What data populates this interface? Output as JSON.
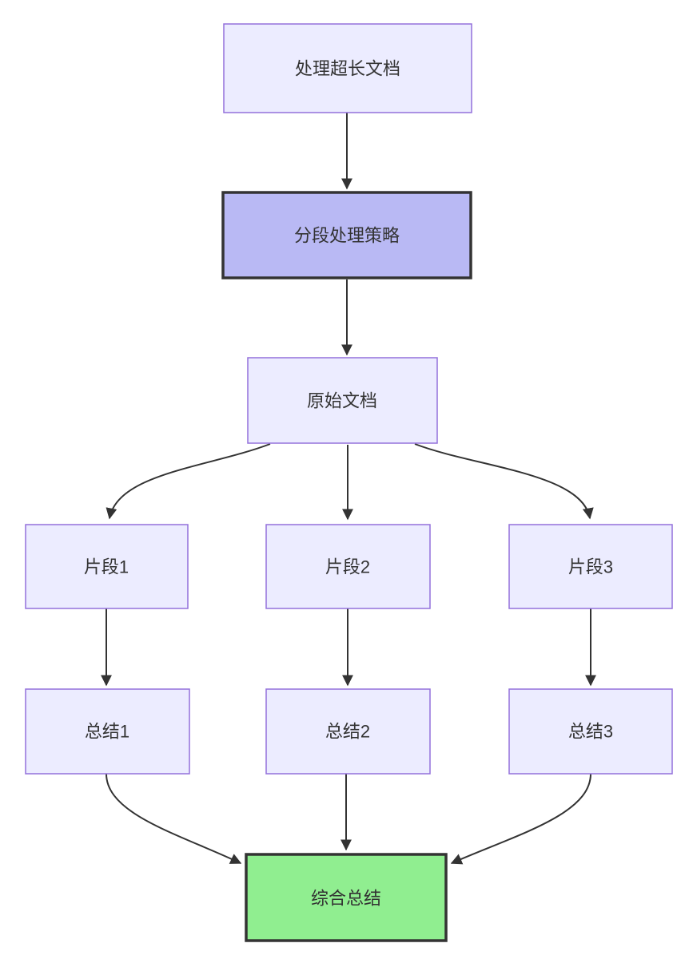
{
  "diagram": {
    "type": "flowchart",
    "direction": "top-down",
    "colors": {
      "background": "#ffffff",
      "node_fill": "#ECECFF",
      "node_border": "#9370DB",
      "highlight_fill": "#b9b9f4",
      "highlight_border": "#333333",
      "result_fill": "#90EE90",
      "result_border": "#333333",
      "arrow": "#333333",
      "text": "#333333"
    },
    "nodes": [
      {
        "id": "A",
        "label": "处理超长文档",
        "style": "default"
      },
      {
        "id": "B",
        "label": "分段处理策略",
        "style": "highlight-purple"
      },
      {
        "id": "C",
        "label": "原始文档",
        "style": "default"
      },
      {
        "id": "S1",
        "label": "片段1",
        "style": "default"
      },
      {
        "id": "S2",
        "label": "片段2",
        "style": "default"
      },
      {
        "id": "S3",
        "label": "片段3",
        "style": "default"
      },
      {
        "id": "Z1",
        "label": "总结1",
        "style": "default"
      },
      {
        "id": "Z2",
        "label": "总结2",
        "style": "default"
      },
      {
        "id": "Z3",
        "label": "总结3",
        "style": "default"
      },
      {
        "id": "F",
        "label": "综合总结",
        "style": "highlight-green"
      }
    ],
    "edges": [
      {
        "from": "处理超长文档",
        "to": "分段处理策略"
      },
      {
        "from": "分段处理策略",
        "to": "原始文档"
      },
      {
        "from": "原始文档",
        "to": "片段1"
      },
      {
        "from": "原始文档",
        "to": "片段2"
      },
      {
        "from": "原始文档",
        "to": "片段3"
      },
      {
        "from": "片段1",
        "to": "总结1"
      },
      {
        "from": "片段2",
        "to": "总结2"
      },
      {
        "from": "片段3",
        "to": "总结3"
      },
      {
        "from": "总结1",
        "to": "综合总结"
      },
      {
        "from": "总结2",
        "to": "综合总结"
      },
      {
        "from": "总结3",
        "to": "综合总结"
      }
    ]
  }
}
